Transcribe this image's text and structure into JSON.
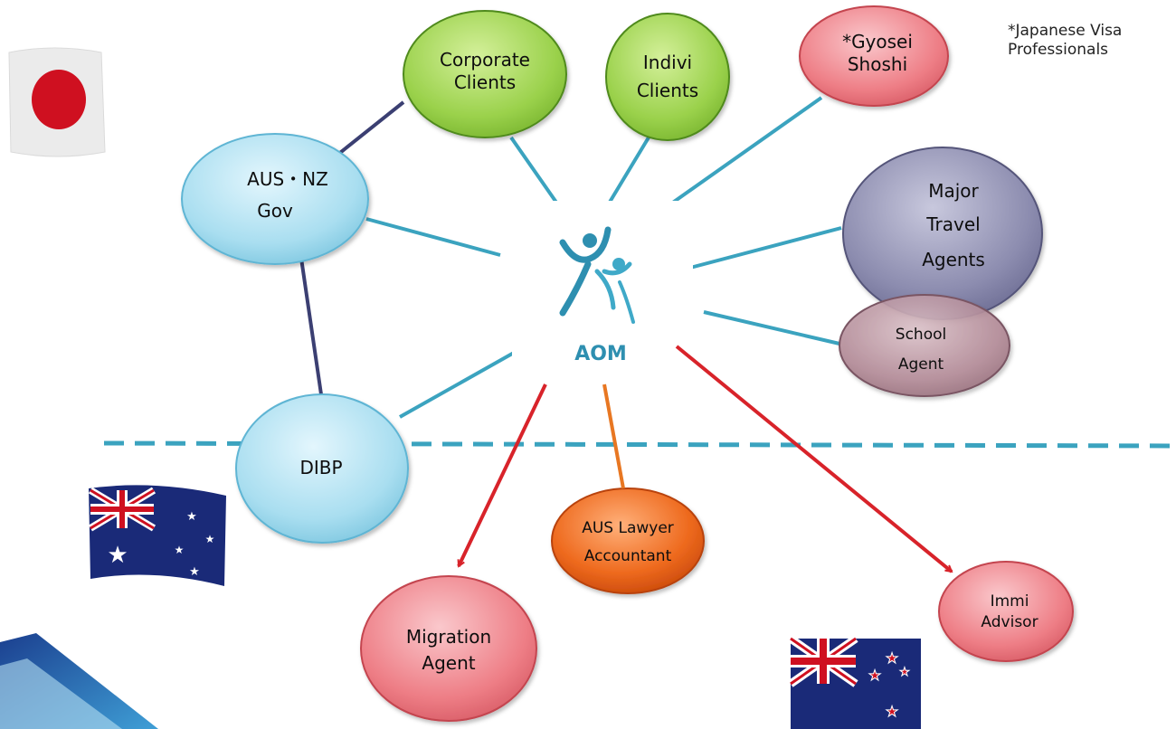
{
  "note": "*Japanese Visa\nProfessionals",
  "center": {
    "logo_text": "AOM"
  },
  "nodes": {
    "corporate": [
      "Corporate",
      "Clients"
    ],
    "indivi": [
      "Indivi",
      "Clients"
    ],
    "gyosei": [
      "*Gyosei",
      "Shoshi"
    ],
    "gov": [
      "AUS・NZ",
      "Gov"
    ],
    "travel": [
      "Major",
      "Travel",
      "Agents"
    ],
    "school": [
      "School",
      "Agent"
    ],
    "dibp": [
      "DIBP"
    ],
    "lawyer": [
      "AUS Lawyer",
      "Accountant"
    ],
    "migration": [
      "Migration",
      "Agent"
    ],
    "immi": [
      "Immi",
      "Advisor"
    ]
  },
  "colors": {
    "link_teal": "#3ba3bf",
    "link_navy": "#3b3f72",
    "arrow_red": "#d8232a",
    "arrow_orange": "#e87722",
    "dashed_line": "#3ba3bf",
    "green_node": "#9ad14b",
    "pink_node": "#ee7e86",
    "blue_node": "#a9def0",
    "purple_node": "#7f7fa6",
    "mauve_node": "#a97c89",
    "orange_node": "#e55b10",
    "logo_teal": "#2e8fb0"
  },
  "icons": [
    "japan-flag-icon",
    "australia-flag-icon",
    "new-zealand-flag-icon",
    "aom-logo-icon"
  ]
}
